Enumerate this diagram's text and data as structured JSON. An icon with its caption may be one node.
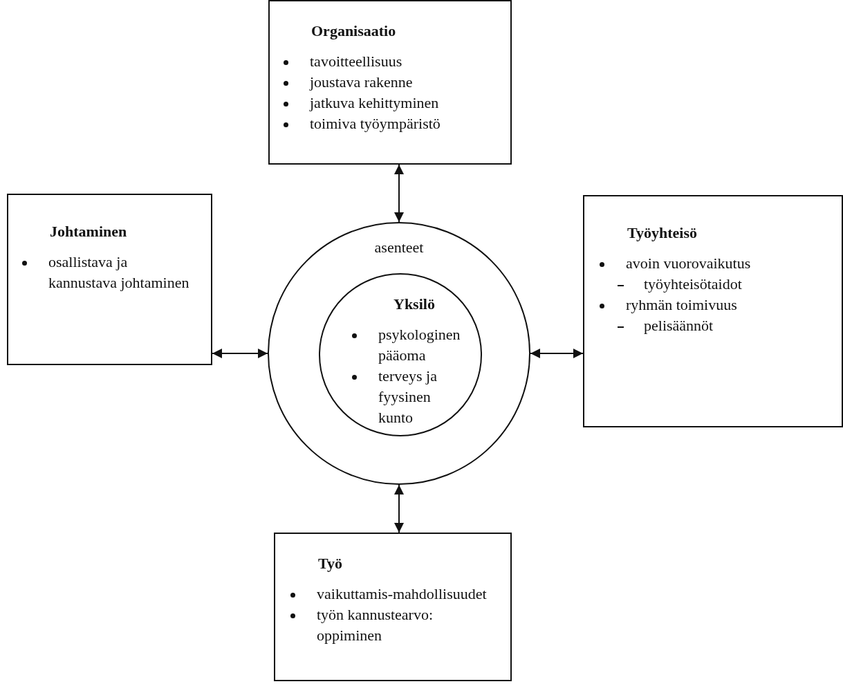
{
  "diagram": {
    "nodes": [
      {
        "text": [
          "Organisaatio",
          "tavoitteellisuus",
          "joustava rakenne",
          "jatkuva kehittyminen",
          "toimiva työympäristö"
        ]
      },
      {
        "text": [
          "Johtaminen",
          "osallistava ja kannustava johtaminen"
        ]
      },
      {
        "text": [
          "asenteet"
        ]
      },
      {
        "text": [
          "Yksilö",
          "psykologinen pääoma",
          "terveys ja fyysinen kunto"
        ],
        "in": 2
      },
      {
        "text": [
          "Työyhteisö",
          "avoin vuorovaikutus",
          "työyhteisötaidot",
          "ryhmän toimivuus",
          "pelisäännöt"
        ]
      },
      {
        "text": [
          "Työ",
          "vaikuttamis-mahdollisuudet",
          "työn kannustearvo: oppiminen"
        ]
      }
    ],
    "edges": [
      {
        "from": 0,
        "to": 2,
        "arrow": "both"
      },
      {
        "from": 1,
        "to": 2,
        "arrow": "both"
      },
      {
        "from": 2,
        "to": 4,
        "arrow": "both"
      },
      {
        "from": 2,
        "to": 5,
        "arrow": "both"
      }
    ]
  }
}
